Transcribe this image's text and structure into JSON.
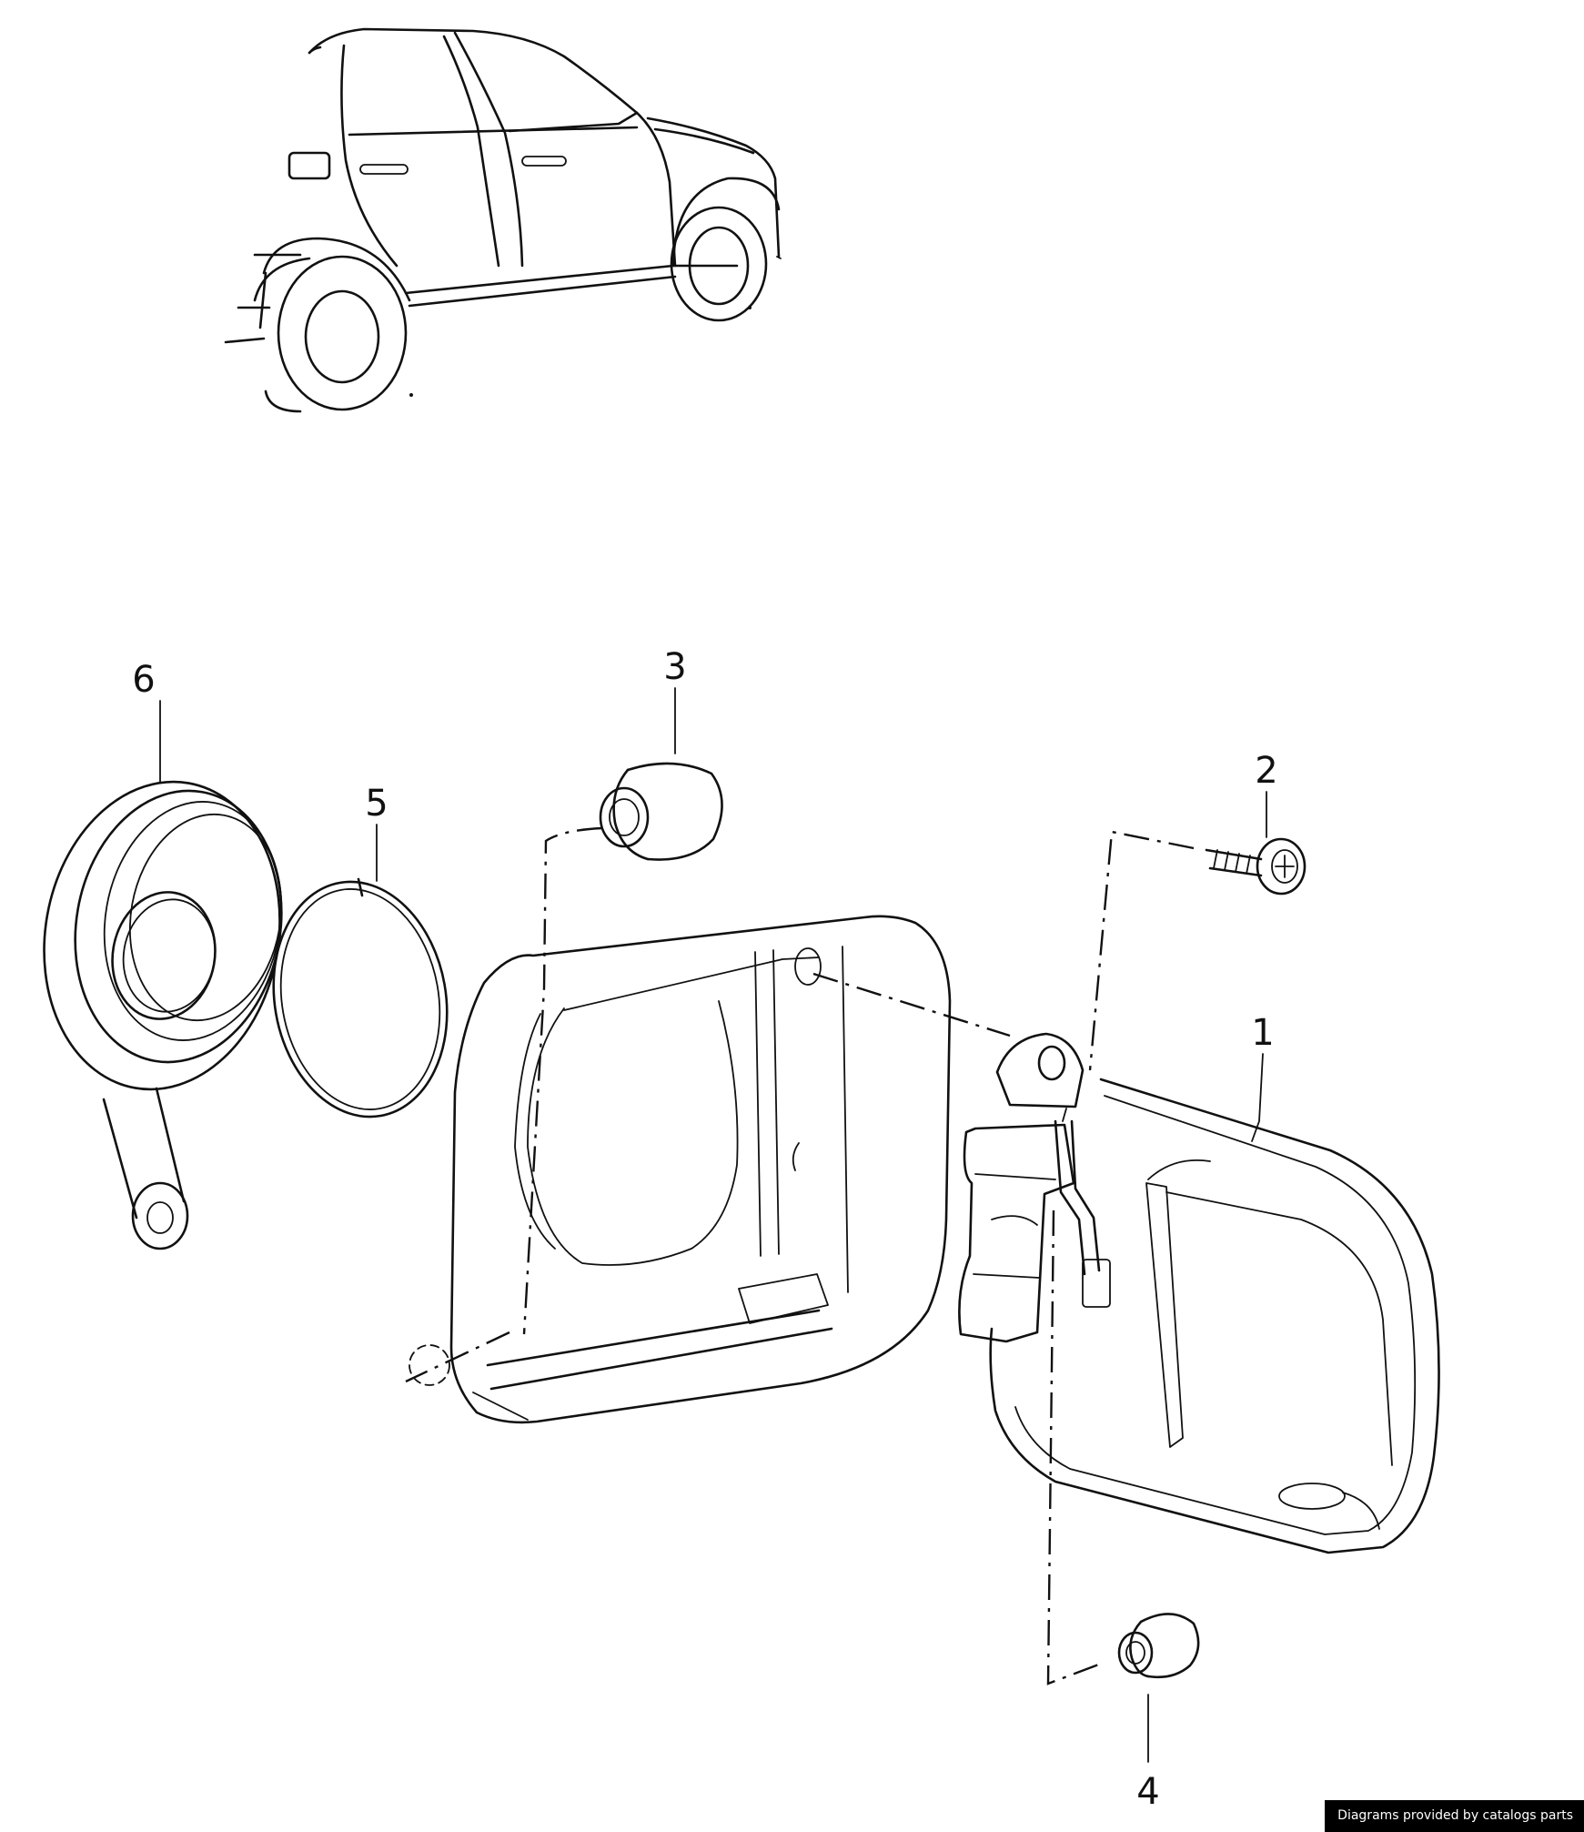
{
  "diagram": {
    "callouts": [
      {
        "id": "1",
        "label": "1"
      },
      {
        "id": "2",
        "label": "2"
      },
      {
        "id": "3",
        "label": "3"
      },
      {
        "id": "4",
        "label": "4"
      },
      {
        "id": "5",
        "label": "5"
      },
      {
        "id": "6",
        "label": "6"
      }
    ]
  },
  "footer": {
    "credit": "Diagrams provided by catalogs parts"
  }
}
